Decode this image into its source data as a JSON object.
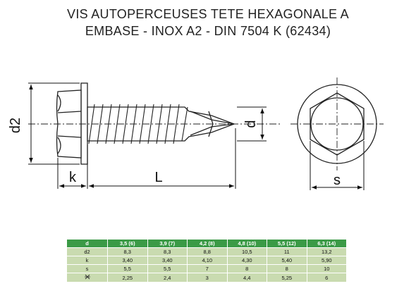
{
  "title": {
    "line1": "VIS AUTOPERCEUSES TETE HEXAGONALE A",
    "line2": "EMBASE - INOX A2 - DIN 7504 K (62434)"
  },
  "labels": {
    "d2": "d2",
    "d": "d",
    "k": "k",
    "L": "L",
    "s": "s"
  },
  "table": {
    "header": [
      "d",
      "3,5 (6)",
      "3,9 (7)",
      "4,2 (8)",
      "4,8 (10)",
      "5,5 (12)",
      "6,3 (14)"
    ],
    "rows": [
      [
        "d2",
        "8,3",
        "8,3",
        "8,8",
        "10,5",
        "11",
        "13,2"
      ],
      [
        "k",
        "3,40",
        "3,40",
        "4,10",
        "4,30",
        "5,40",
        "5,90"
      ],
      [
        "s",
        "5,5",
        "5,5",
        "7",
        "8",
        "8",
        "10"
      ],
      [
        "",
        "2,25",
        "2,4",
        "3",
        "4,4",
        "5,25",
        "6"
      ]
    ]
  },
  "colors": {
    "header_bg": "#3b9a46",
    "cell_bg": "#c9dbb0",
    "line": "#222222"
  }
}
